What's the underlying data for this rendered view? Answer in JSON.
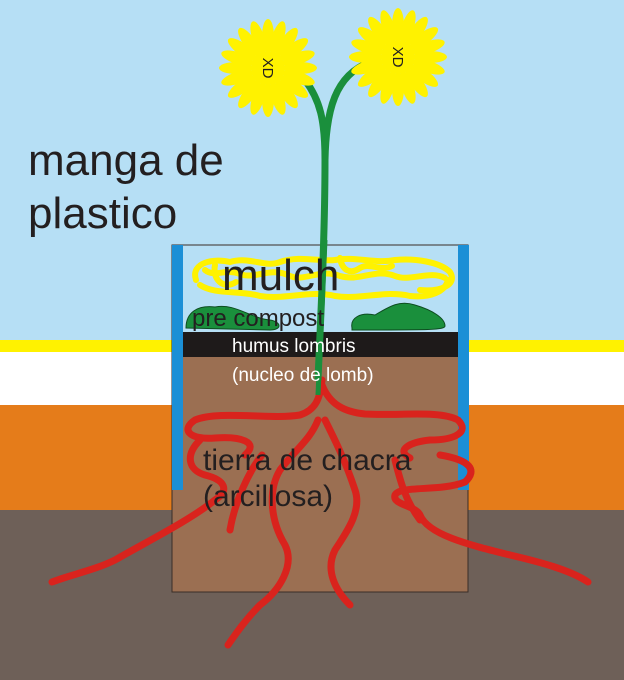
{
  "labels": {
    "sleeve_line1": "manga de",
    "sleeve_line2": "plastico",
    "mulch": "mulch",
    "pre_compost": "pre compost",
    "humus": "humus lombris",
    "humus_core": "(nucleo de lomb)",
    "soil_line1": "tierra de chacra",
    "soil_line2": "(arcillosa)",
    "flower_face": "XD"
  },
  "colors": {
    "sky": "#b6dff5",
    "ground_stripe": "#fff200",
    "white_layer": "#ffffff",
    "orange_layer": "#e57c1a",
    "subsoil": "#6e6058",
    "pot_soil": "#9b6f52",
    "plastic": "#1b8fd6",
    "humus": "#1e1a1a",
    "compost": "#1a8f3c",
    "roots": "#d9231d",
    "petals": "#fff200",
    "stem": "#1a8f3c"
  }
}
